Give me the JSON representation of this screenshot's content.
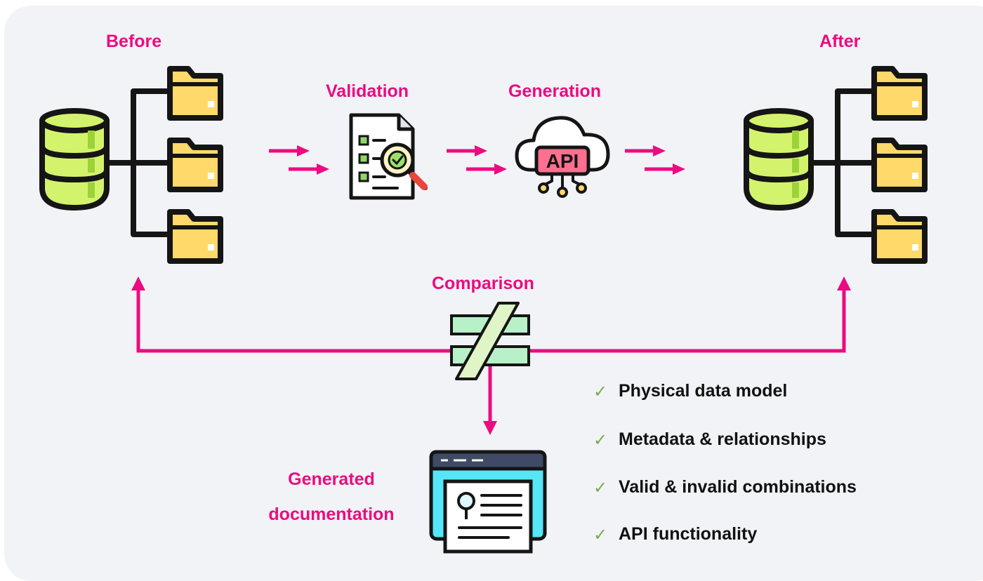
{
  "labels": {
    "before": "Before",
    "after": "After",
    "validation": "Validation",
    "generation": "Generation",
    "comparison": "Comparison",
    "generated_documentation_line1": "Generated",
    "generated_documentation_line2": "documentation"
  },
  "api_icon_text": "API",
  "checklist": [
    "Physical data model",
    "Metadata & relationships",
    "Valid & invalid combinations",
    "API functionality"
  ],
  "icons": {
    "database": "database-icon",
    "folder": "folder-icon",
    "checklist": "checklist-magnifier-icon",
    "cloud_api": "cloud-api-icon",
    "not_equal": "not-equal-icon",
    "document": "document-window-icon",
    "check": "check-icon"
  },
  "colors": {
    "accent": "#ec0b80",
    "background": "#f1f3f6",
    "db_fill": "#d4f36c",
    "folder_fill": "#ffd96a",
    "check": "#72b04a",
    "not_equal_fill": "#b8f0c8",
    "doc_fill": "#55e6f8"
  }
}
